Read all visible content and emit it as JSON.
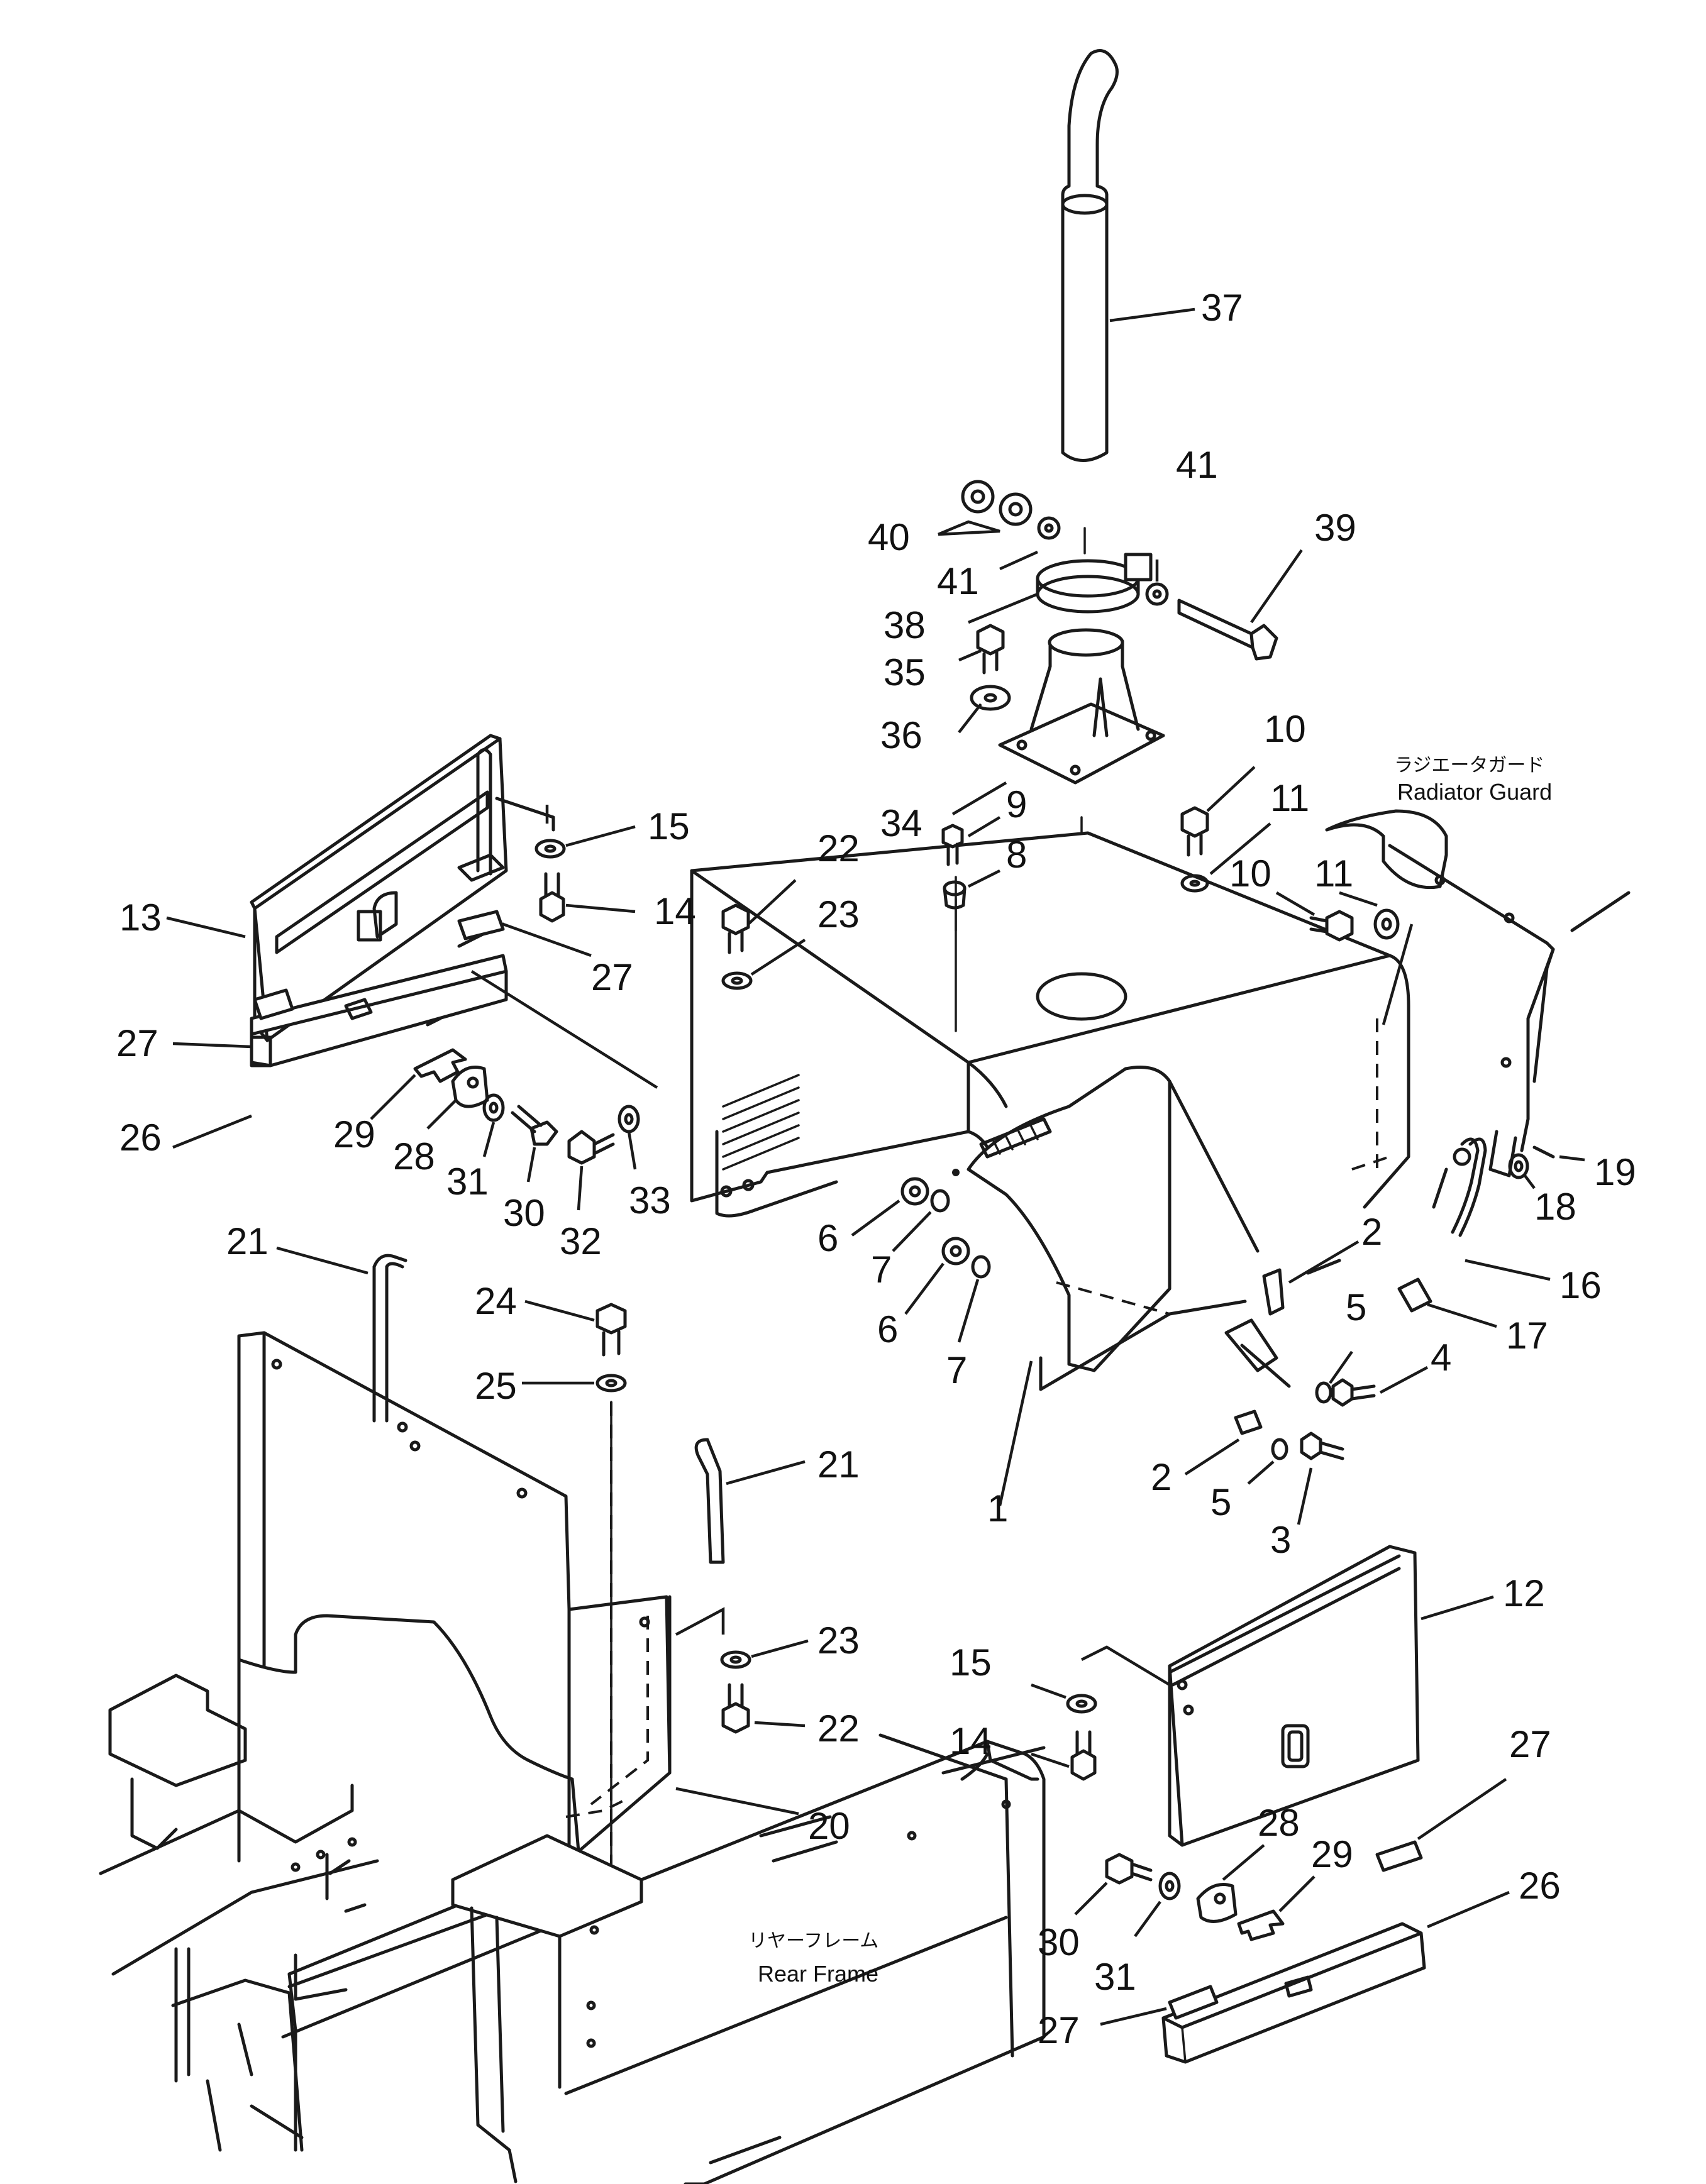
{
  "labels": {
    "radiator_guard_jp": "ラジエータガード",
    "radiator_guard_en": "Radiator Guard",
    "rear_frame_jp": "リヤーフレーム",
    "rear_frame_en": "Rear Frame"
  },
  "callouts": [
    {
      "id": "c37",
      "text": "37"
    },
    {
      "id": "c40",
      "text": "40"
    },
    {
      "id": "c41a",
      "text": "41"
    },
    {
      "id": "c41b",
      "text": "41"
    },
    {
      "id": "c39",
      "text": "39"
    },
    {
      "id": "c38",
      "text": "38"
    },
    {
      "id": "c35",
      "text": "35"
    },
    {
      "id": "c36",
      "text": "36"
    },
    {
      "id": "c34",
      "text": "34"
    },
    {
      "id": "c9",
      "text": "9"
    },
    {
      "id": "c8",
      "text": "8"
    },
    {
      "id": "c10a",
      "text": "10"
    },
    {
      "id": "c11a",
      "text": "11"
    },
    {
      "id": "c10b",
      "text": "10"
    },
    {
      "id": "c11b",
      "text": "11"
    },
    {
      "id": "c15a",
      "text": "15"
    },
    {
      "id": "c14a",
      "text": "14"
    },
    {
      "id": "c13",
      "text": "13"
    },
    {
      "id": "c27a",
      "text": "27"
    },
    {
      "id": "c27b",
      "text": "27"
    },
    {
      "id": "c26a",
      "text": "26"
    },
    {
      "id": "c29a",
      "text": "29"
    },
    {
      "id": "c28a",
      "text": "28"
    },
    {
      "id": "c31a",
      "text": "31"
    },
    {
      "id": "c30a",
      "text": "30"
    },
    {
      "id": "c32",
      "text": "32"
    },
    {
      "id": "c33",
      "text": "33"
    },
    {
      "id": "c22a",
      "text": "22"
    },
    {
      "id": "c23a",
      "text": "23"
    },
    {
      "id": "c6a",
      "text": "6"
    },
    {
      "id": "c7a",
      "text": "7"
    },
    {
      "id": "c6b",
      "text": "6"
    },
    {
      "id": "c7b",
      "text": "7"
    },
    {
      "id": "c19",
      "text": "19"
    },
    {
      "id": "c18",
      "text": "18"
    },
    {
      "id": "c16",
      "text": "16"
    },
    {
      "id": "c17",
      "text": "17"
    },
    {
      "id": "c2a",
      "text": "2"
    },
    {
      "id": "c5a",
      "text": "5"
    },
    {
      "id": "c4",
      "text": "4"
    },
    {
      "id": "c2b",
      "text": "2"
    },
    {
      "id": "c5b",
      "text": "5"
    },
    {
      "id": "c3",
      "text": "3"
    },
    {
      "id": "c1",
      "text": "1"
    },
    {
      "id": "c21a",
      "text": "21"
    },
    {
      "id": "c24",
      "text": "24"
    },
    {
      "id": "c25",
      "text": "25"
    },
    {
      "id": "c21b",
      "text": "21"
    },
    {
      "id": "c23b",
      "text": "23"
    },
    {
      "id": "c22b",
      "text": "22"
    },
    {
      "id": "c20",
      "text": "20"
    },
    {
      "id": "c12",
      "text": "12"
    },
    {
      "id": "c15b",
      "text": "15"
    },
    {
      "id": "c14b",
      "text": "14"
    },
    {
      "id": "c27c",
      "text": "27"
    },
    {
      "id": "c28b",
      "text": "28"
    },
    {
      "id": "c29b",
      "text": "29"
    },
    {
      "id": "c26b",
      "text": "26"
    },
    {
      "id": "c30b",
      "text": "30"
    },
    {
      "id": "c31b",
      "text": "31"
    },
    {
      "id": "c27d",
      "text": "27"
    }
  ]
}
